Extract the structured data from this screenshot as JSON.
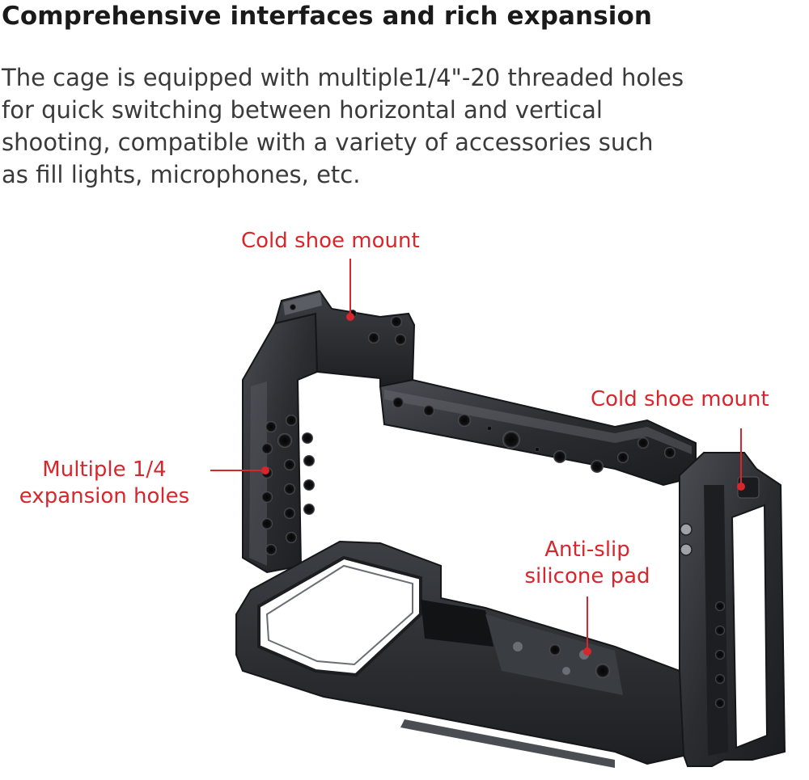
{
  "headline": "Comprehensive interfaces and rich expansion",
  "description": [
    "The cage is equipped with multiple1/4\"-20 threaded holes",
    "for quick switching between horizontal and vertical",
    "shooting, compatible with a variety of accessories such",
    "as fill lights, microphones, etc."
  ],
  "callouts": {
    "cold_shoe_top": "Cold shoe mount",
    "cold_shoe_right": "Cold shoe mount",
    "expansion_holes": [
      "Multiple 1/4",
      "expansion holes"
    ],
    "anti_slip_pad": [
      "Anti-slip",
      "silicone pad"
    ]
  },
  "colors": {
    "accent": "#d8262c",
    "headline": "#1a1a1a",
    "body": "#3a3a3a",
    "metal": "#2b2d31"
  }
}
